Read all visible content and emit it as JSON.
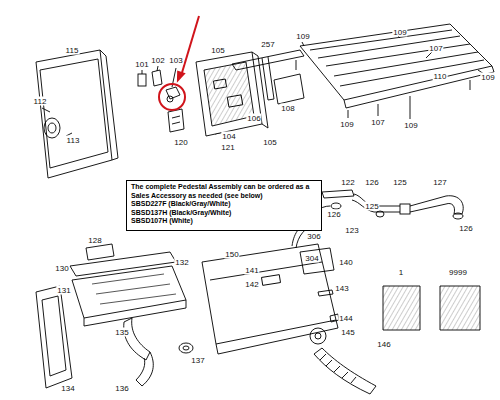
{
  "diagram": {
    "nodes": [
      {
        "text": [
          "The complete Pedestal Assembly can be ordered as a Sales Accessory as needed (see below)",
          "SBSD227F (Black/Gray/White)",
          "SBSD137H (Black/Gray/White)",
          "SBSD107H (White)"
        ]
      }
    ],
    "labels": [
      "115",
      "101",
      "102",
      "103",
      "105",
      "257",
      "109",
      "109",
      "107",
      "110",
      "109",
      "112",
      "113",
      "108",
      "106",
      "104",
      "105",
      "121",
      "120",
      "109",
      "107",
      "109",
      "122",
      "126",
      "125",
      "127",
      "126",
      "125",
      "123",
      "126",
      "128",
      "130",
      "132",
      "131",
      "150",
      "306",
      "304",
      "140",
      "141",
      "142",
      "143",
      "144",
      "145",
      "146",
      "135",
      "137",
      "136",
      "134",
      "1",
      "9999"
    ]
  }
}
